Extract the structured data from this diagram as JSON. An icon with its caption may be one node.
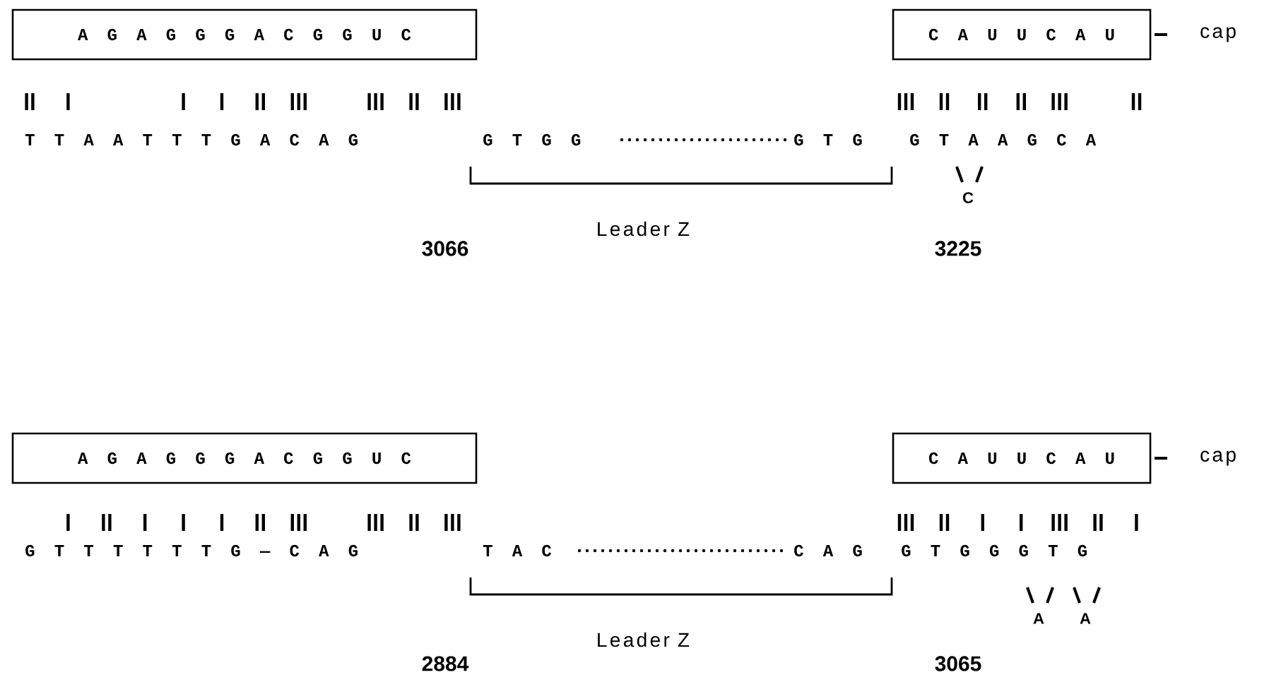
{
  "diagram": {
    "nodes": [
      {
        "text": [
          "A G A G G G A C G G U C"
        ]
      },
      {
        "text": [
          "C A U U C A U"
        ]
      },
      {
        "text": [
          "A G A G G G A C G G U C"
        ]
      },
      {
        "text": [
          "C A U U C A U"
        ]
      }
    ],
    "labels": [
      "cap",
      "T T A A T T T G A C A G",
      "G T G G",
      "G T G",
      "G T A A G C A",
      "C",
      "Leader Z",
      "3066",
      "3225",
      "cap",
      "G T T T T T T G — C A G",
      "T A C",
      "C A G",
      "G T G G G T G",
      "A",
      "A",
      "Leader Z",
      "2884",
      "3065"
    ]
  }
}
